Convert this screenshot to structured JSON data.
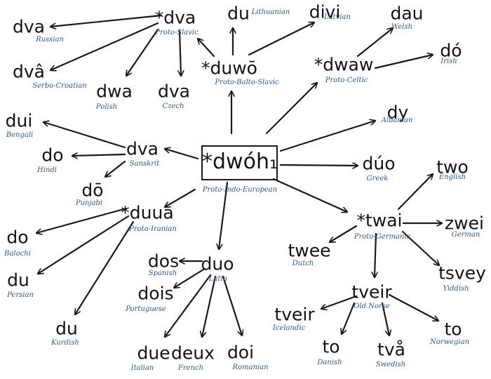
{
  "nodes": [
    {
      "id": "pie",
      "word": "*dwóh₁",
      "label": "Proto-Indo-European"
    },
    {
      "id": "proto_slavic",
      "word": "*dva",
      "label": "Proto-Slavic"
    },
    {
      "id": "russian",
      "word": "dva",
      "label": "Russian"
    },
    {
      "id": "serbo_croatian",
      "word": "dvâ",
      "label": "Serbo-Croatian"
    },
    {
      "id": "polish",
      "word": "dwa",
      "label": "Polish"
    },
    {
      "id": "czech",
      "word": "dva",
      "label": "Czech"
    },
    {
      "id": "lithuanian",
      "word": "du",
      "label": "Lithuanian"
    },
    {
      "id": "latvian",
      "word": "divi",
      "label": "Latvian"
    },
    {
      "id": "proto_balto_slavic",
      "word": "*duwō",
      "label": "Proto-Balto-Slavic"
    },
    {
      "id": "welsh",
      "word": "dau",
      "label": "Welsh"
    },
    {
      "id": "irish",
      "word": "dó",
      "label": "Irish"
    },
    {
      "id": "proto_celtic",
      "word": "*dwaw",
      "label": "Proto-Celtic"
    },
    {
      "id": "albanian",
      "word": "dy",
      "label": "Albanian"
    },
    {
      "id": "greek",
      "word": "dúo",
      "label": "Greek"
    },
    {
      "id": "sanskrit",
      "word": "dva",
      "label": "Sanskrit"
    },
    {
      "id": "bengali",
      "word": "dui",
      "label": "Bengali"
    },
    {
      "id": "hindi",
      "word": "do",
      "label": "Hindi"
    },
    {
      "id": "punjabi",
      "word": "dō",
      "label": "Punjabi"
    },
    {
      "id": "proto_iranian",
      "word": "*duua",
      "label": "Proto-Iranian"
    },
    {
      "id": "balochi",
      "word": "do",
      "label": "Balochi"
    },
    {
      "id": "persian",
      "word": "du",
      "label": "Persian"
    },
    {
      "id": "kurdish",
      "word": "du",
      "label": "Kurdish"
    },
    {
      "id": "latin",
      "word": "duo",
      "label": "Latin"
    },
    {
      "id": "spanish",
      "word": "dos",
      "label": "Spanish"
    },
    {
      "id": "portuguese",
      "word": "dois",
      "label": "Portuguese"
    },
    {
      "id": "italian",
      "word": "due",
      "label": "Italian"
    },
    {
      "id": "french",
      "word": "deux",
      "label": "French"
    },
    {
      "id": "romanian",
      "word": "doi",
      "label": "Romanian"
    },
    {
      "id": "proto_germanic",
      "word": "*twai",
      "label": "Proto-Germanic"
    },
    {
      "id": "english",
      "word": "two",
      "label": "English"
    },
    {
      "id": "german",
      "word": "zwei",
      "label": "German"
    },
    {
      "id": "dutch",
      "word": "twee",
      "label": "Dutch"
    },
    {
      "id": "yiddish",
      "word": "tsvey",
      "label": "Yiddish"
    },
    {
      "id": "old_norse",
      "word": "tveir",
      "label": "Old Norse"
    },
    {
      "id": "icelandic",
      "word": "tveir",
      "label": "Icelandic"
    },
    {
      "id": "norwegian",
      "word": "to",
      "label": "Norwegian"
    },
    {
      "id": "danish",
      "word": "to",
      "label": "Danish"
    },
    {
      "id": "swedish",
      "word": "två",
      "label": "Swedish"
    }
  ],
  "edges": [
    [
      "pie",
      "proto_slavic_x"
    ],
    [
      "pie",
      "proto_balto_slavic"
    ],
    [
      "pie",
      "proto_celtic"
    ],
    [
      "pie",
      "albanian"
    ],
    [
      "pie",
      "greek"
    ],
    [
      "pie",
      "proto_germanic"
    ],
    [
      "pie",
      "latin"
    ],
    [
      "pie",
      "proto_iranian"
    ],
    [
      "pie",
      "sanskrit"
    ],
    [
      "proto_balto_slavic",
      "proto_slavic"
    ],
    [
      "proto_balto_slavic",
      "lithuanian"
    ],
    [
      "proto_balto_slavic",
      "latvian"
    ],
    [
      "proto_slavic",
      "russian"
    ],
    [
      "proto_slavic",
      "serbo_croatian"
    ],
    [
      "proto_slavic",
      "polish"
    ],
    [
      "proto_slavic",
      "czech"
    ],
    [
      "proto_celtic",
      "welsh"
    ],
    [
      "proto_celtic",
      "irish"
    ],
    [
      "sanskrit",
      "bengali"
    ],
    [
      "sanskrit",
      "hindi"
    ],
    [
      "sanskrit",
      "punjabi"
    ],
    [
      "proto_iranian",
      "balochi"
    ],
    [
      "proto_iranian",
      "persian"
    ],
    [
      "proto_iranian",
      "kurdish"
    ],
    [
      "latin",
      "spanish"
    ],
    [
      "latin",
      "portuguese"
    ],
    [
      "latin",
      "italian"
    ],
    [
      "latin",
      "french"
    ],
    [
      "latin",
      "romanian"
    ],
    [
      "proto_germanic",
      "english"
    ],
    [
      "proto_germanic",
      "german"
    ],
    [
      "proto_germanic",
      "dutch"
    ],
    [
      "proto_germanic",
      "yiddish"
    ],
    [
      "proto_germanic",
      "old_norse"
    ],
    [
      "old_norse",
      "icelandic"
    ],
    [
      "old_norse",
      "norwegian"
    ],
    [
      "old_norse",
      "danish"
    ],
    [
      "old_norse",
      "swedish"
    ]
  ]
}
